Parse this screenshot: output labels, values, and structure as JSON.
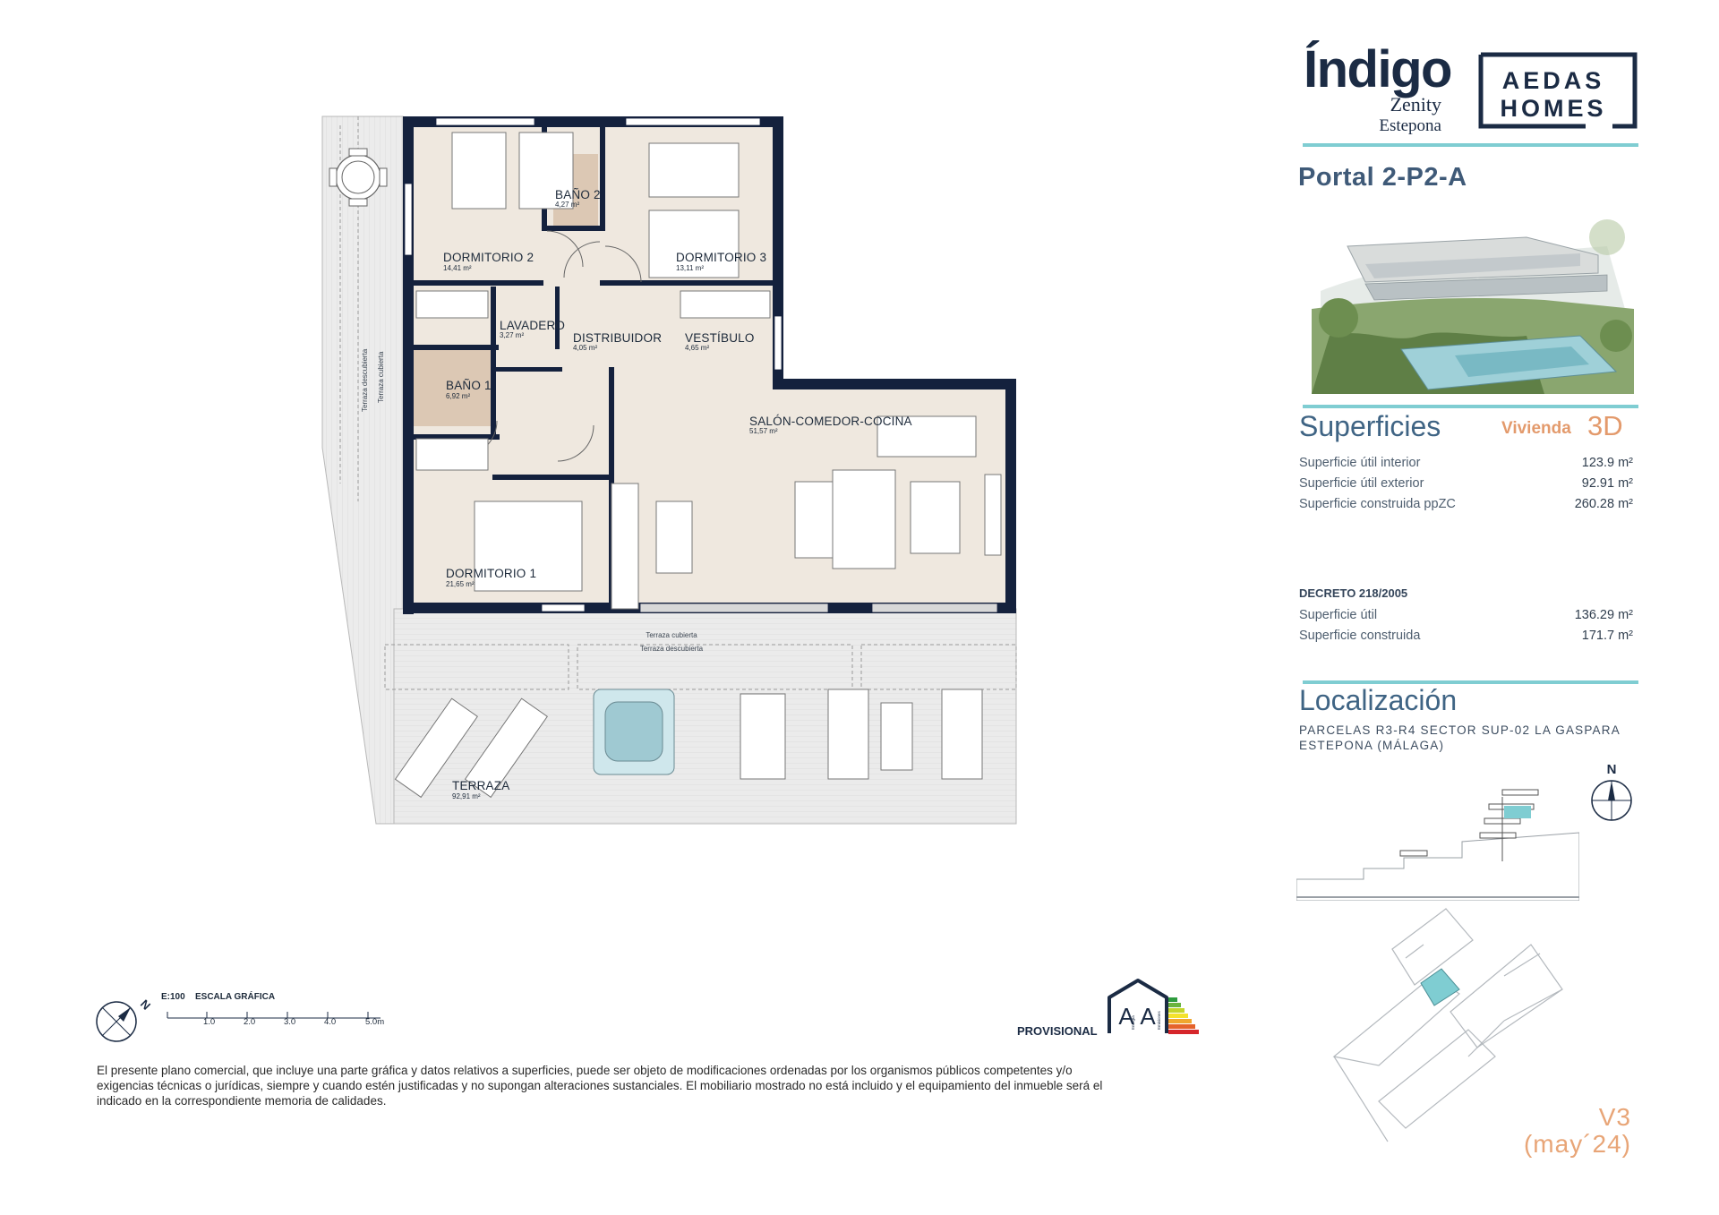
{
  "header": {
    "brand_main": "Índigo",
    "brand_sub1": "Zenity",
    "brand_sub2": "Estepona",
    "aedas_line1": "AEDAS",
    "aedas_line2": "HOMES"
  },
  "portal": "Portal 2-P2-A",
  "superficies": {
    "title": "Superficies",
    "vivienda_label": "Vivienda",
    "vivienda_value": "3D",
    "rows": [
      {
        "label": "Superficie útil interior",
        "value": "123.9 m²"
      },
      {
        "label": "Superficie útil exterior",
        "value": "92.91 m²"
      },
      {
        "label": "Superficie construida ppZC",
        "value": "260.28 m²"
      }
    ]
  },
  "decreto": {
    "title": "DECRETO 218/2005",
    "rows": [
      {
        "label": "Superficie útil",
        "value": "136.29 m²"
      },
      {
        "label": "Superficie construida",
        "value": "171.7 m²"
      }
    ]
  },
  "localizacion": {
    "title": "Localización",
    "line1": "PARCELAS R3-R4 SECTOR SUP-02 LA GASPARA",
    "line2": "ESTEPONA (MÁLAGA)"
  },
  "version": {
    "line1": "V3",
    "line2": "(may´24)"
  },
  "rooms": [
    {
      "name": "DORMITORIO 2",
      "area": "14,41 m²"
    },
    {
      "name": "BAÑO 2",
      "area": "4,27 m²"
    },
    {
      "name": "DORMITORIO 3",
      "area": "13,11 m²"
    },
    {
      "name": "LAVADERO",
      "area": "3,27 m²"
    },
    {
      "name": "DISTRIBUIDOR",
      "area": "4,05 m²"
    },
    {
      "name": "VESTÍBULO",
      "area": "4,65 m²"
    },
    {
      "name": "BAÑO 1",
      "area": "6,92 m²"
    },
    {
      "name": "SALÓN-COMEDOR-COCINA",
      "area": "51,57 m²"
    },
    {
      "name": "DORMITORIO 1",
      "area": "21,65 m²"
    },
    {
      "name": "TERRAZA",
      "area": "92,91 m²"
    }
  ],
  "terrace_labels": {
    "descubierta": "Terraza descubierta",
    "cubierta": "Terraza cubierta"
  },
  "compass_label": "N",
  "scale": {
    "ratio": "E:100",
    "title": "ESCALA GRÁFICA",
    "ticks": [
      "1.0",
      "2.0",
      "3.0",
      "4.0",
      "5.0m"
    ]
  },
  "energy": {
    "provisional": "PROVISIONAL",
    "rating1": "A",
    "rating2": "A",
    "cat1": "Energía",
    "cat2": "Emisiones"
  },
  "disclaimer_lines": [
    "El presente plano comercial, que incluye una parte gráfica y datos relativos a superficies, puede ser objeto de modificaciones ordenadas por los organismos públicos competentes y/o",
    "exigencias técnicas o jurídicas, siempre y cuando estén justificadas y no supongan alteraciones sustanciales. El mobiliario mostrado no está incluido y el equipamiento del inmueble será el",
    "indicado en la correspondiente memoria de calidades."
  ],
  "colors": {
    "wall": "#14213d",
    "floor": "#efe8df",
    "bath": "#dcc8b4",
    "accent_teal": "#7fcdd2",
    "accent_orange": "#e39a6c"
  }
}
